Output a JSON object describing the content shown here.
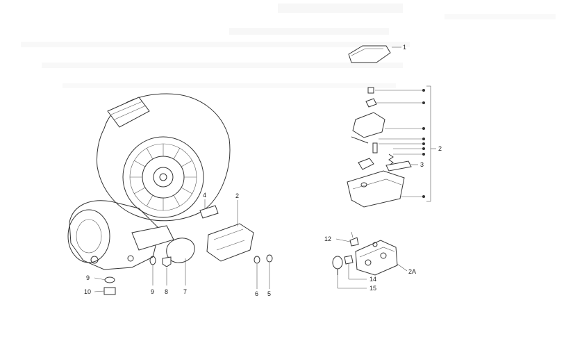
{
  "callouts": {
    "c1": "1",
    "c2": "2",
    "c3": "3",
    "c2_left": "2",
    "c4": "4",
    "c5": "5",
    "c6": "6",
    "c7": "7",
    "c8": "8",
    "c9_bottom": "9",
    "c9_left": "9",
    "c10": "10",
    "c12": "12",
    "c14": "14",
    "c15": "15",
    "c2a": "2A"
  }
}
